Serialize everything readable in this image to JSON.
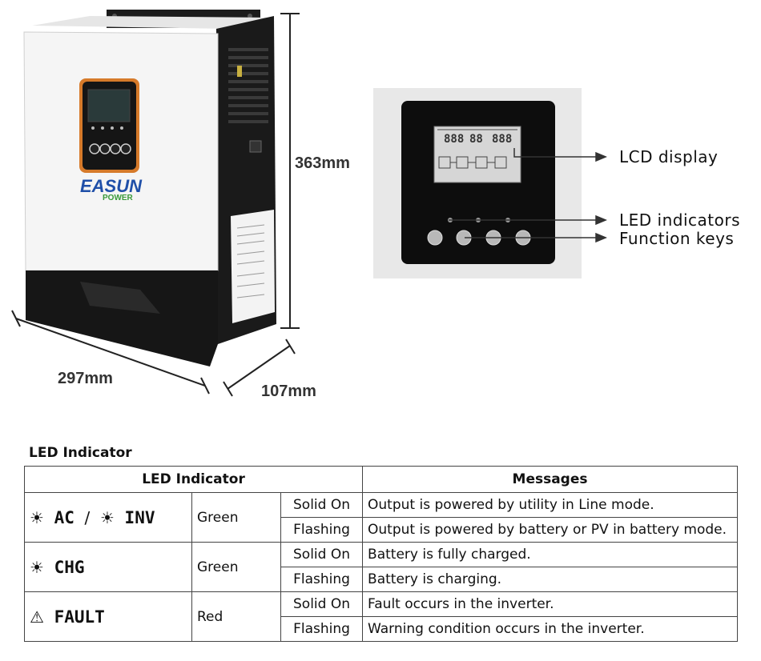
{
  "dimensions": {
    "height": "363mm",
    "width": "297mm",
    "depth": "107mm"
  },
  "device": {
    "brand_main": "EASUN",
    "brand_sub": "POWER"
  },
  "callouts": {
    "lcd": "LCD display",
    "led": "LED indicators",
    "keys": "Function keys"
  },
  "section_title": "LED Indicator",
  "table": {
    "headers": {
      "indicator": "LED Indicator",
      "messages": "Messages"
    },
    "groups": [
      {
        "symbol1": "☀",
        "indicator": "AC",
        "separator": "/",
        "symbol2": "☀",
        "indicator2": "INV",
        "color": "Green",
        "rows": [
          {
            "state": "Solid On",
            "message": "Output is powered by utility in Line mode."
          },
          {
            "state": "Flashing",
            "message": "Output is powered by battery or PV in battery mode."
          }
        ]
      },
      {
        "symbol1": "☀",
        "indicator": "CHG",
        "color": "Green",
        "rows": [
          {
            "state": "Solid On",
            "message": "Battery is fully charged."
          },
          {
            "state": "Flashing",
            "message": "Battery is charging."
          }
        ]
      },
      {
        "symbol1": "⚠",
        "indicator": "FAULT",
        "color": "Red",
        "rows": [
          {
            "state": "Solid On",
            "message": "Fault occurs in the inverter."
          },
          {
            "state": "Flashing",
            "message": "Warning condition occurs in the inverter."
          }
        ]
      }
    ]
  }
}
